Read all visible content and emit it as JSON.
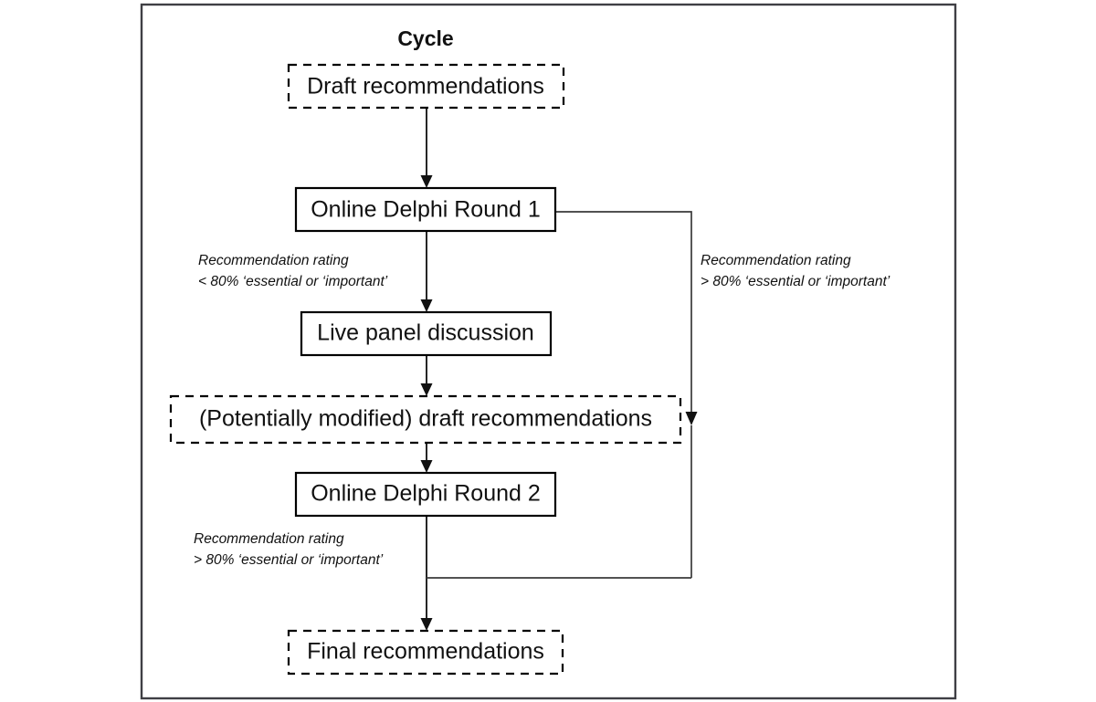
{
  "figure": {
    "title": "Cycle",
    "background_color": "#ffffff",
    "frame_color": "#3f3f44",
    "line_color": "#1a1a1a"
  },
  "nodes": {
    "draft": "Draft recommendations",
    "round1": "Online Delphi Round 1",
    "panel": "Live panel discussion",
    "modified": "(Potentially modified) draft recommendations",
    "round2": "Online Delphi Round 2",
    "final": "Final recommendations"
  },
  "edge_labels": {
    "round1_fail": {
      "line1": "Recommendation rating",
      "line2": "< 80%  ‘essential  or ‘important’"
    },
    "round1_pass": {
      "line1": "Recommendation rating",
      "line2": "> 80%  ‘essential  or ‘important’"
    },
    "round2_pass": {
      "line1": "Recommendation rating",
      "line2": "> 80%  ‘essential  or ‘important’"
    }
  }
}
